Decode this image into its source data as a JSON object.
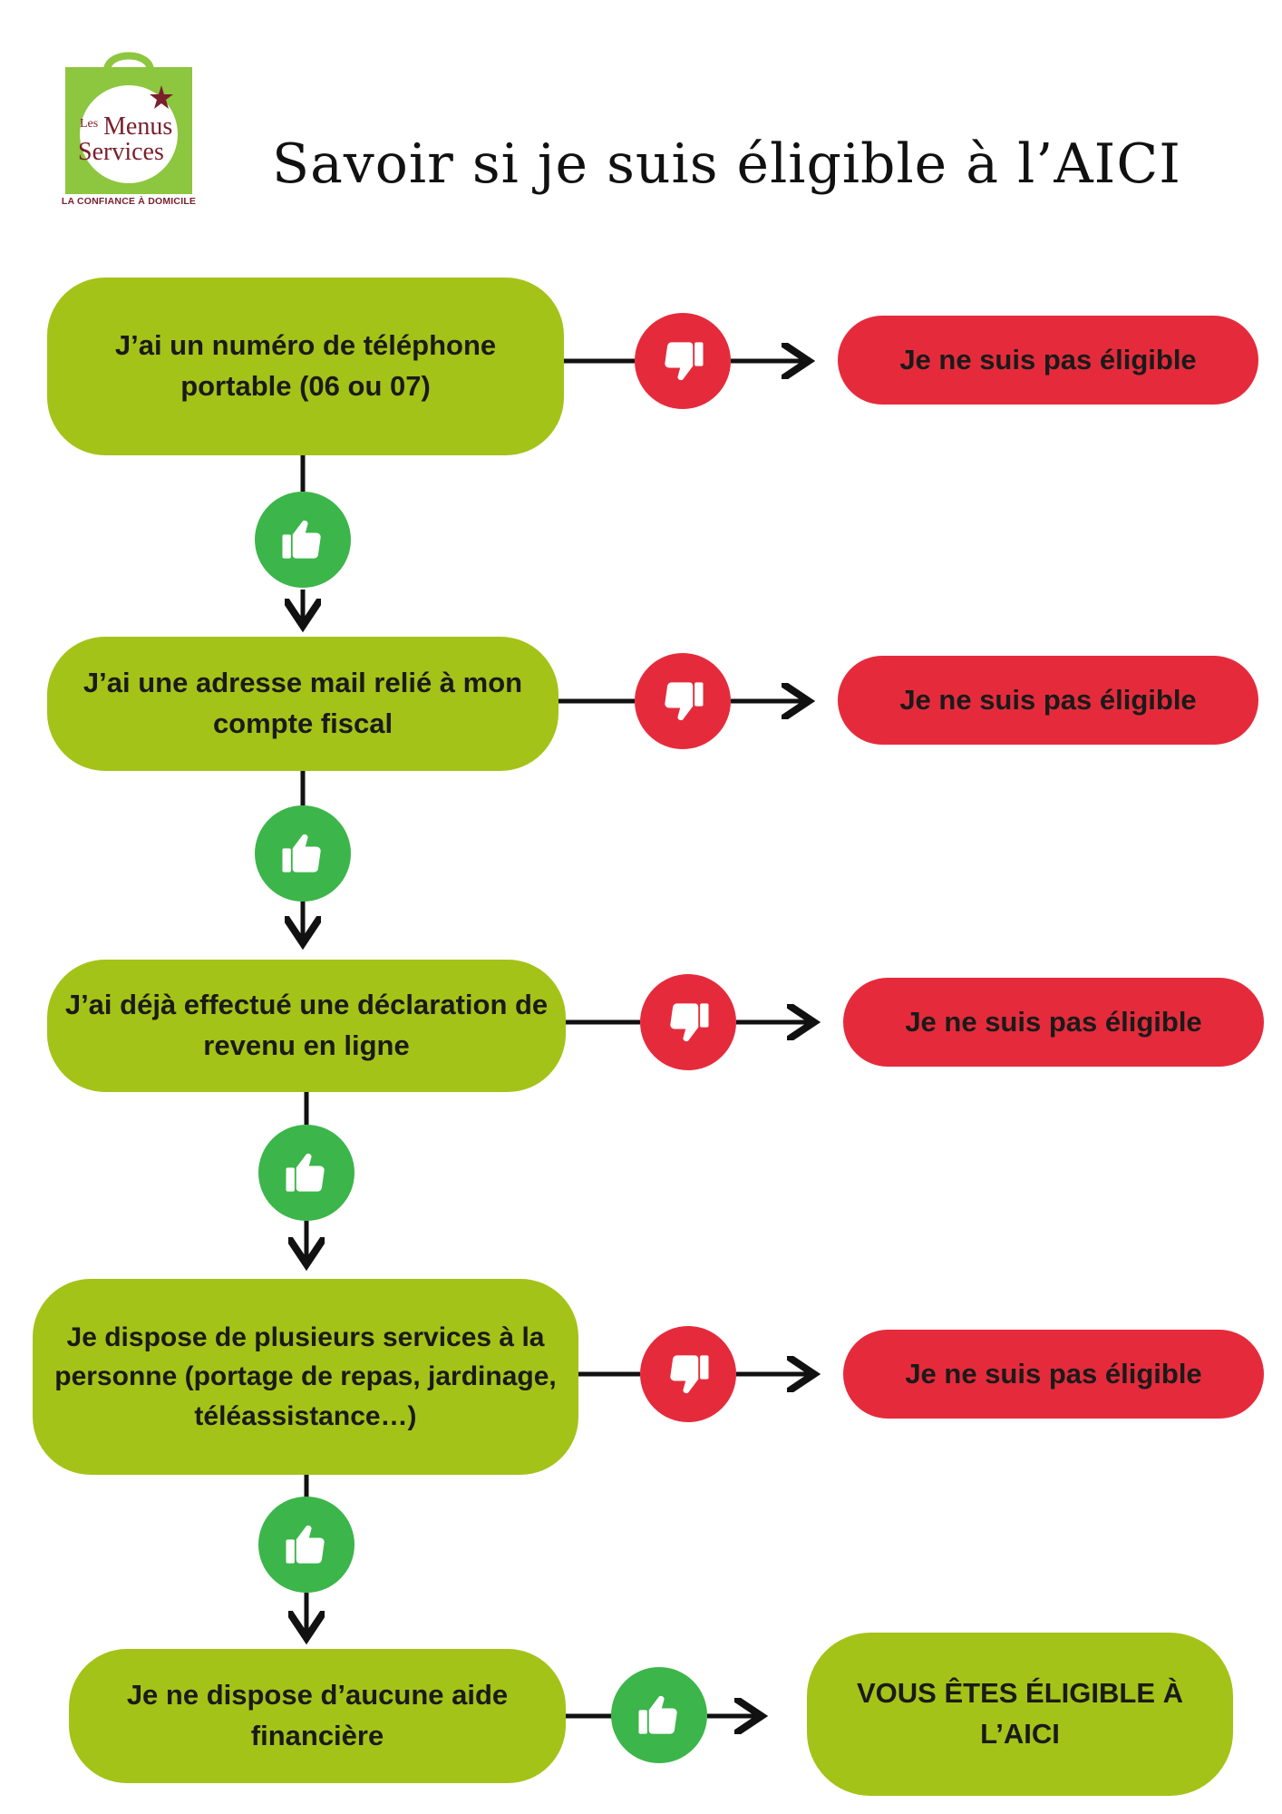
{
  "header": {
    "logo": {
      "text_line1": "Les",
      "text_line2": "Menus",
      "text_line3": "Services",
      "tagline": "LA CONFIANCE À DOMICILE"
    },
    "title": "Savoir si je suis éligible à l’AICI"
  },
  "colors": {
    "condition_green": "#a3c318",
    "not_eligible_red": "#e52b3b",
    "thumbs_up_green": "#3cb54a",
    "logo_maroon": "#7a1f2b"
  },
  "icons": {
    "yes": "thumbs-up-icon",
    "no": "thumbs-down-icon"
  },
  "steps": [
    {
      "condition": "J’ai un numéro de téléphone portable (06 ou 07)",
      "outcome": "Je ne suis pas éligible"
    },
    {
      "condition": "J’ai une adresse mail relié à mon compte fiscal",
      "outcome": "Je ne suis pas éligible"
    },
    {
      "condition": "J’ai déjà effectué une déclaration de revenu en ligne",
      "outcome": "Je ne suis pas éligible"
    },
    {
      "condition": "Je dispose de plusieurs services à la personne (portage de repas, jardinage, téléassistance…)",
      "outcome": "Je ne suis pas éligible"
    }
  ],
  "final": {
    "condition": "Je ne dispose d’aucune aide financière",
    "outcome": "VOUS ÊTES ÉLIGIBLE À L’AICI"
  }
}
